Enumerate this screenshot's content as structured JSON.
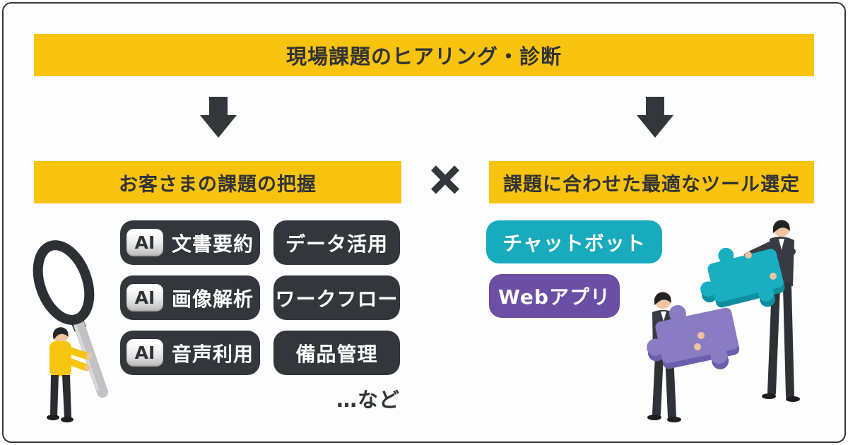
{
  "diagram": {
    "top_banner": "現場課題のヒアリング・診断",
    "left_banner": "お客さまの課題の把握",
    "right_banner": "課題に合わせた最適なツール選定",
    "multiply_sign": "×"
  },
  "issues": {
    "pills": [
      {
        "badge": "AI",
        "label": "文書要約"
      },
      {
        "label": "データ活用"
      },
      {
        "badge": "AI",
        "label": "画像解析"
      },
      {
        "label": "ワークフロー"
      },
      {
        "badge": "AI",
        "label": "音声利用"
      },
      {
        "label": "備品管理"
      }
    ],
    "etc_label": "…など"
  },
  "tools": {
    "pills": [
      {
        "label": "チャットボット",
        "color": "#18aabd"
      },
      {
        "label": "Webアプリ",
        "color": "#6b4fa4"
      }
    ]
  },
  "icons": {
    "down_arrow": "solid dark down arrow",
    "multiply": "black × between the two lower banners",
    "left_illustration": "person in yellow sweater holding giant magnifying glass",
    "right_illustration": "two suited people carrying teal and purple puzzle pieces"
  },
  "colors": {
    "banner_yellow": "#f8c30e",
    "pill_dark": "#33373c",
    "teal": "#18aabd",
    "purple": "#6b4fa4",
    "puzzle_purple": "#897cc2",
    "text_dark": "#2f3236",
    "background": "#fdfdfd",
    "frame_border": "#34373c"
  }
}
